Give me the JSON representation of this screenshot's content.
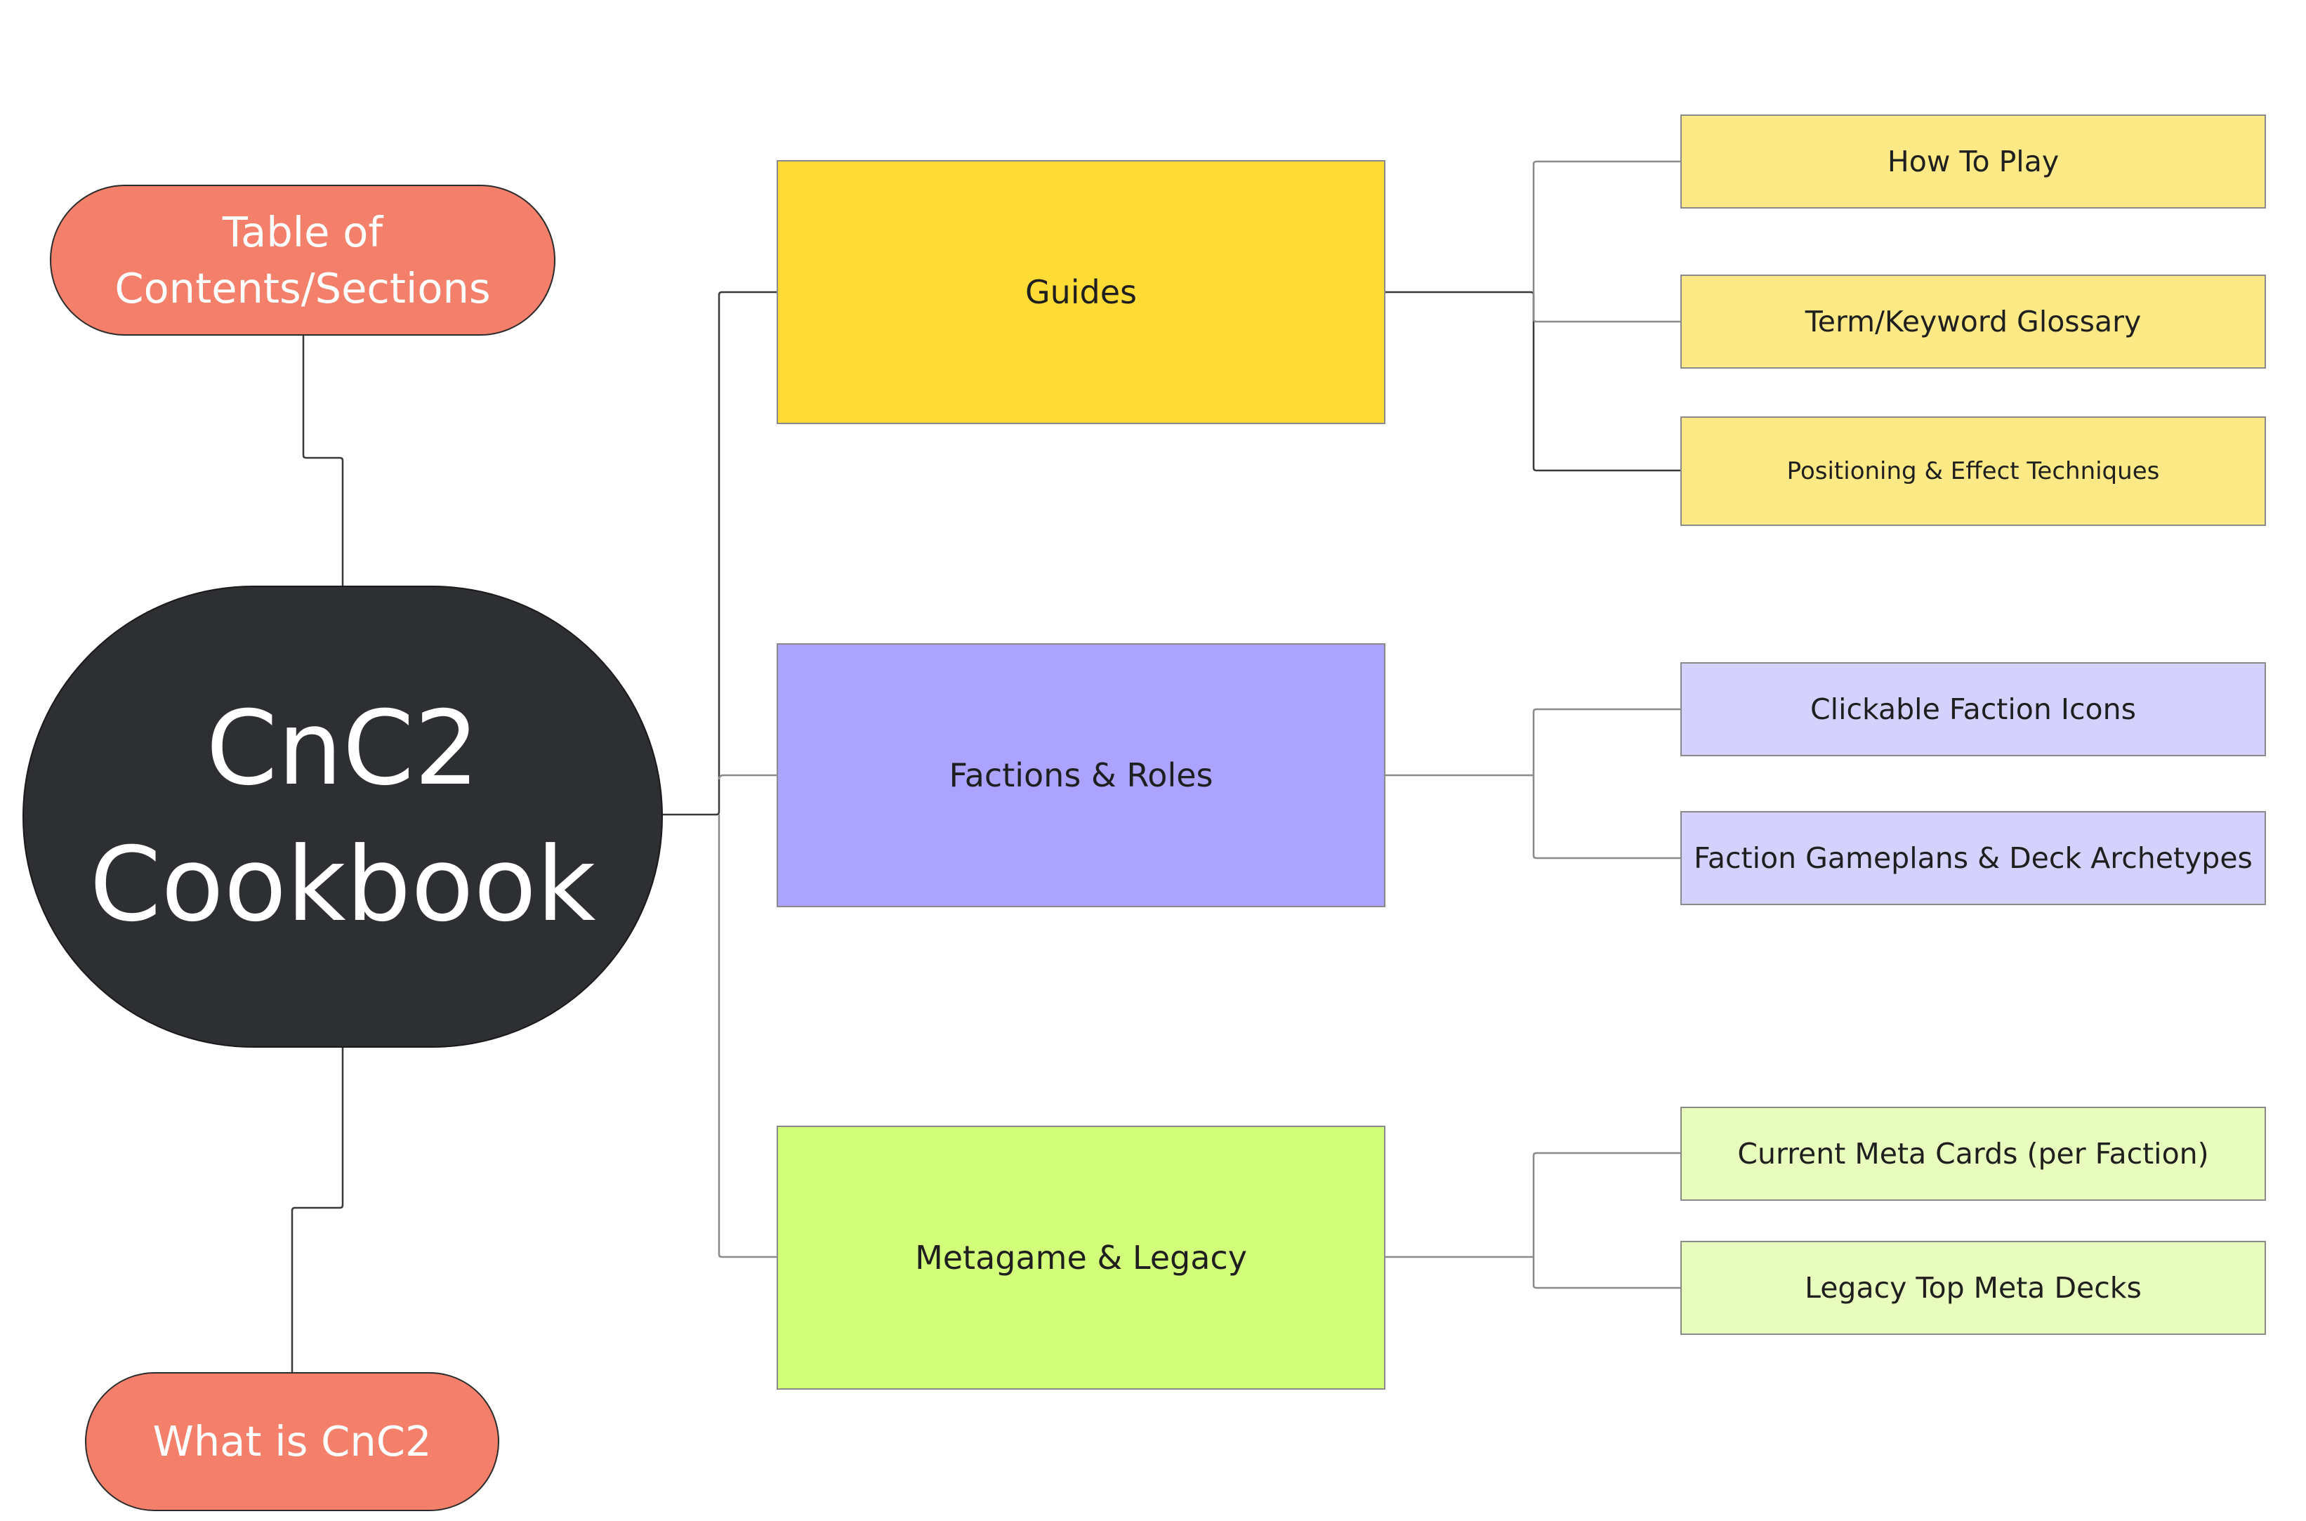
{
  "central": {
    "line1": "CnC2",
    "line2": "Cookbook",
    "color": "#2d2f33"
  },
  "side_nodes": {
    "toc": {
      "line1": "Table of",
      "line2": "Contents/Sections",
      "color": "#f4806b"
    },
    "whatis": {
      "label": "What is CnC2",
      "color": "#f4806b"
    }
  },
  "branches": {
    "guides": {
      "label": "Guides",
      "color": "#ffdb36",
      "leaf_color": "#fde986",
      "leaves": [
        "How To Play",
        "Term/Keyword Glossary",
        "Positioning & Effect Techniques"
      ]
    },
    "factions": {
      "label": "Factions & Roles",
      "color": "#aba3fd",
      "leaf_color": "#d5d1fd",
      "leaves": [
        "Clickable Faction Icons",
        "Faction Gameplans & Deck Archetypes"
      ]
    },
    "metagame": {
      "label": "Metagame & Legacy",
      "color": "#d3fe7a",
      "leaf_color": "#e8fdbd",
      "leaves": [
        "Current Meta Cards (per Faction)",
        "Legacy Top Meta Decks"
      ]
    }
  }
}
